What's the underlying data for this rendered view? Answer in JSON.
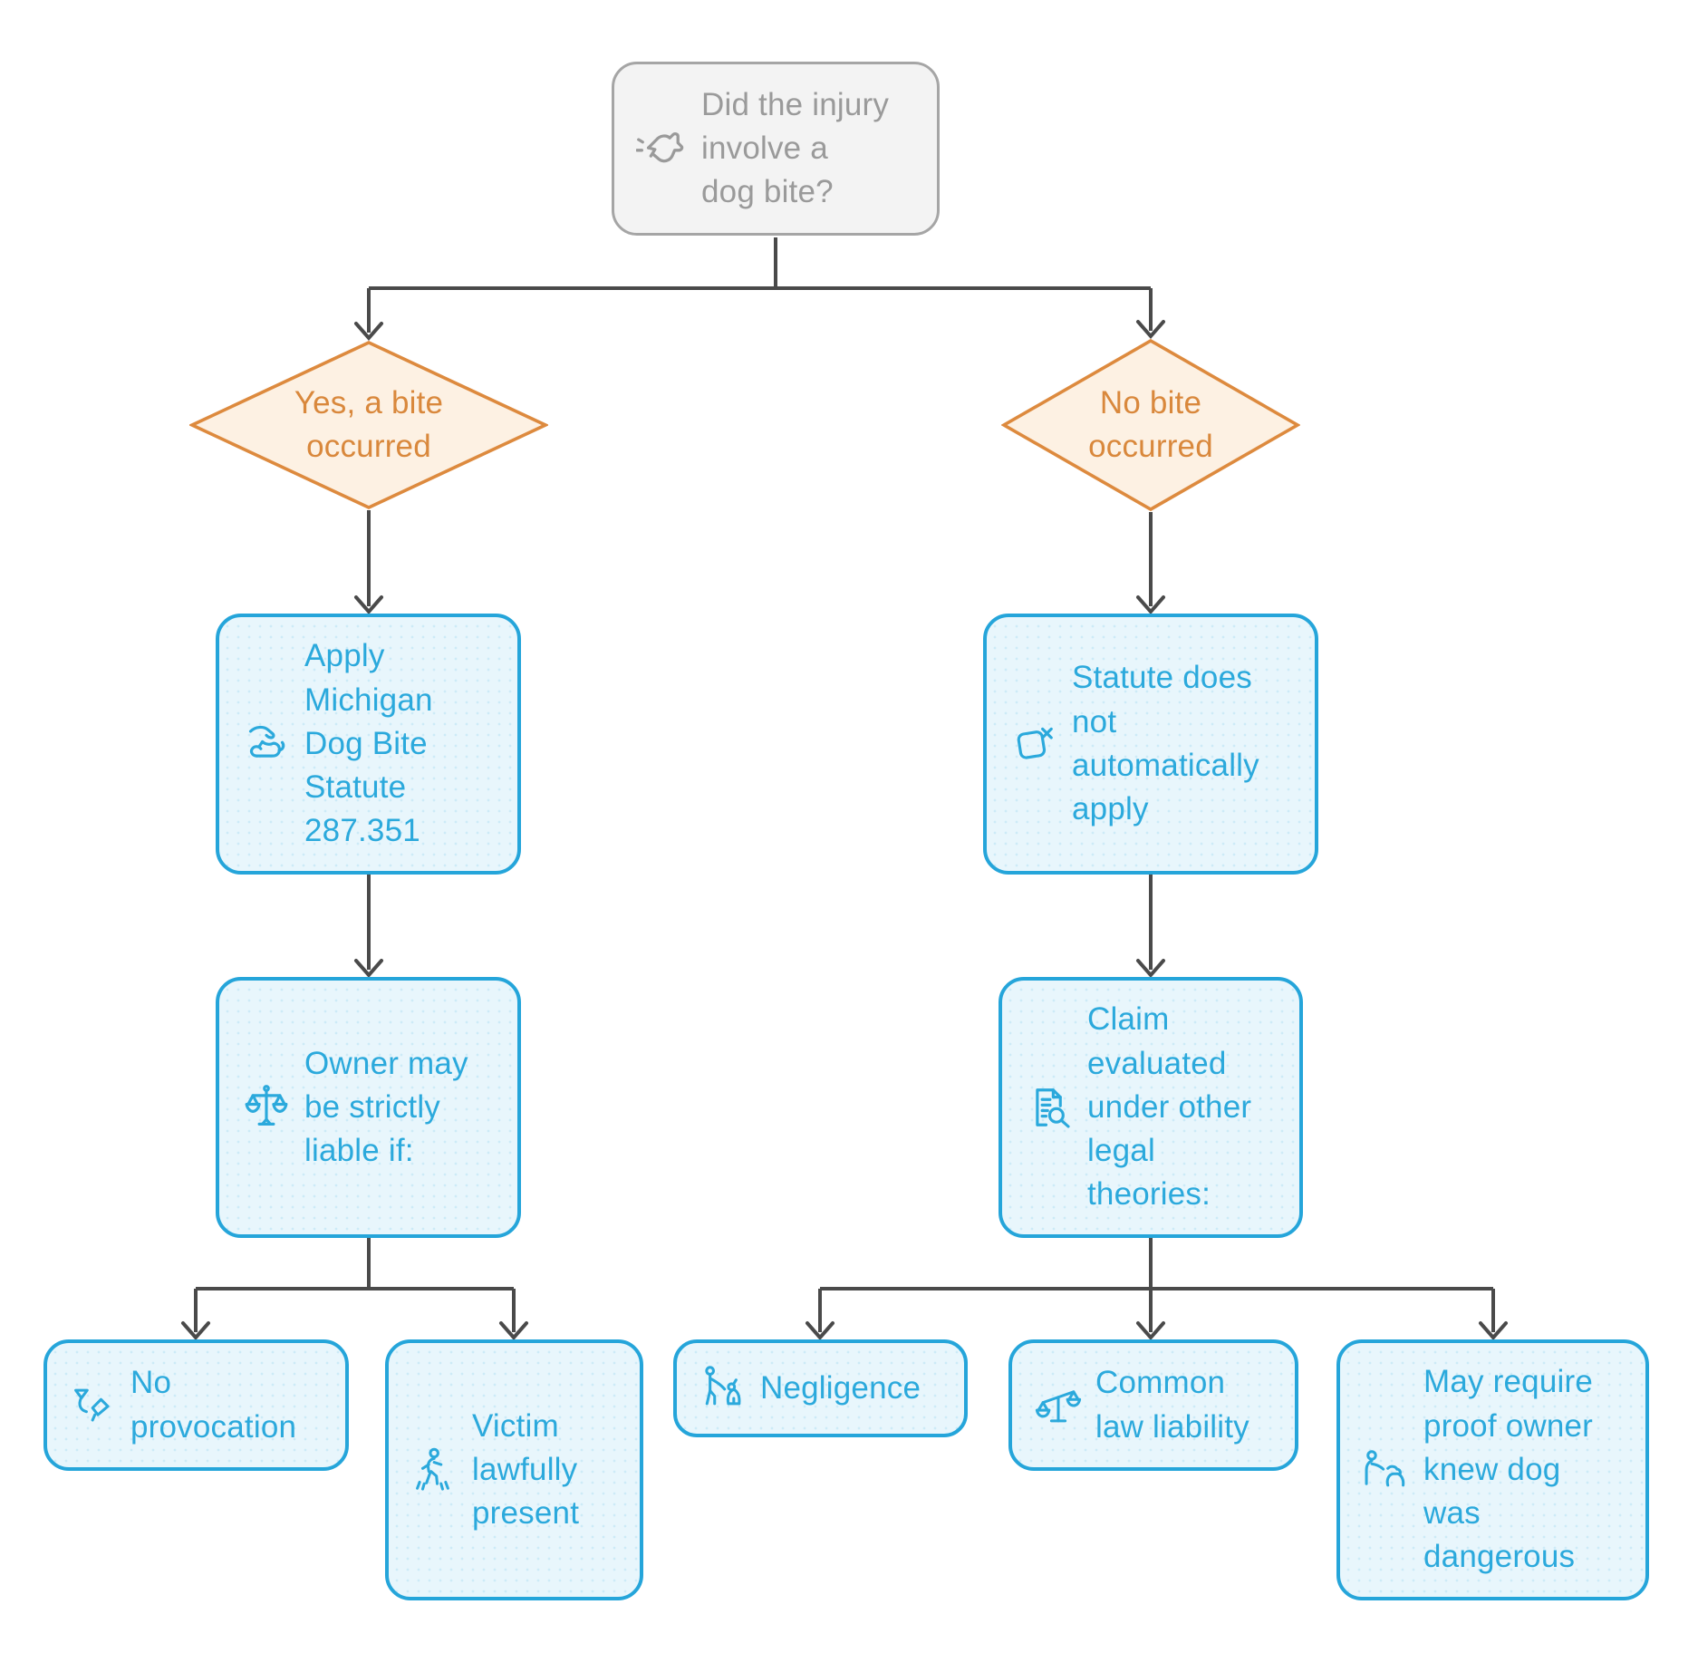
{
  "title": "Dog bite injury legal flowchart",
  "colors": {
    "blue_border": "#25a5da",
    "blue_fill": "#e8f6fc",
    "blue_text": "#2ba9dc",
    "orange_border": "#dd8a3e",
    "orange_fill": "#fdf1e3",
    "orange_text": "#d9883c",
    "gray_border": "#a5a5a5",
    "gray_fill": "#f3f3f3",
    "gray_text": "#9a9a9a",
    "connector": "#4a4a4a"
  },
  "nodes": {
    "root": {
      "label": "Did the injury\ninvolve a\ndog bite?",
      "icon": "barking-dog-icon"
    },
    "decision_yes": {
      "label": "Yes, a bite\noccurred"
    },
    "decision_no": {
      "label": "No bite\noccurred"
    },
    "apply_statute": {
      "label": "Apply\nMichigan\nDog Bite\nStatute\n287.351",
      "icon": "hand-petting-dog-icon"
    },
    "strict_liability": {
      "label": "Owner may\nbe strictly\nliable if:",
      "icon": "scales-of-justice-icon"
    },
    "statute_not_apply": {
      "label": "Statute does\nnot\nautomatically\napply",
      "icon": "document-x-icon"
    },
    "claim_evaluated": {
      "label": "Claim\nevaluated\nunder other\nlegal\ntheories:",
      "icon": "document-search-icon"
    },
    "no_provocation": {
      "label": "No\nprovocation",
      "icon": "party-horn-icon"
    },
    "victim_present": {
      "label": "Victim\nlawfully\npresent",
      "icon": "walking-person-icon"
    },
    "negligence": {
      "label": "Negligence",
      "icon": "person-walking-dog-icon"
    },
    "common_law": {
      "label": "Common\nlaw liability",
      "icon": "tilted-balance-scale-icon"
    },
    "proof_dangerous": {
      "label": "May require\nproof owner\nknew dog\nwas\ndangerous",
      "icon": "person-petting-dog-icon"
    }
  }
}
